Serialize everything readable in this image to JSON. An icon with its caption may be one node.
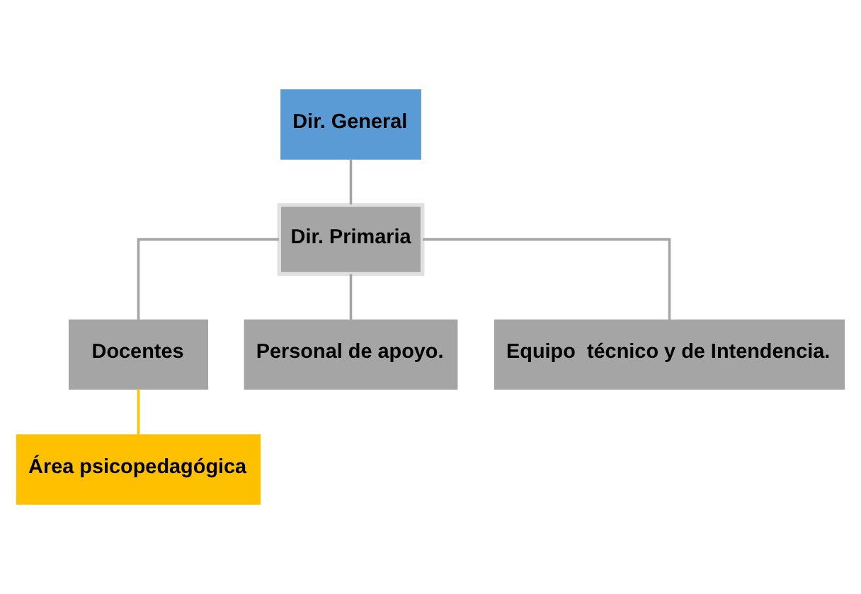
{
  "diagram": {
    "nodes": [
      {
        "text": [
          "Dir. General"
        ]
      },
      {
        "text": [
          "Dir. Primaria"
        ]
      },
      {
        "text": [
          "Docentes"
        ]
      },
      {
        "text": [
          "Personal de apoyo."
        ]
      },
      {
        "text": [
          "Equipo  técnico y de Intendencia."
        ]
      },
      {
        "text": [
          "Área psicopedagógica"
        ]
      }
    ],
    "edges": [
      {
        "from": 0,
        "to": 1,
        "arrow": "none"
      },
      {
        "from": 1,
        "to": 2,
        "arrow": "none"
      },
      {
        "from": 1,
        "to": 3,
        "arrow": "none"
      },
      {
        "from": 1,
        "to": 4,
        "arrow": "none"
      },
      {
        "from": 2,
        "to": 5,
        "arrow": "none",
        "color": "#ffc000"
      }
    ]
  }
}
